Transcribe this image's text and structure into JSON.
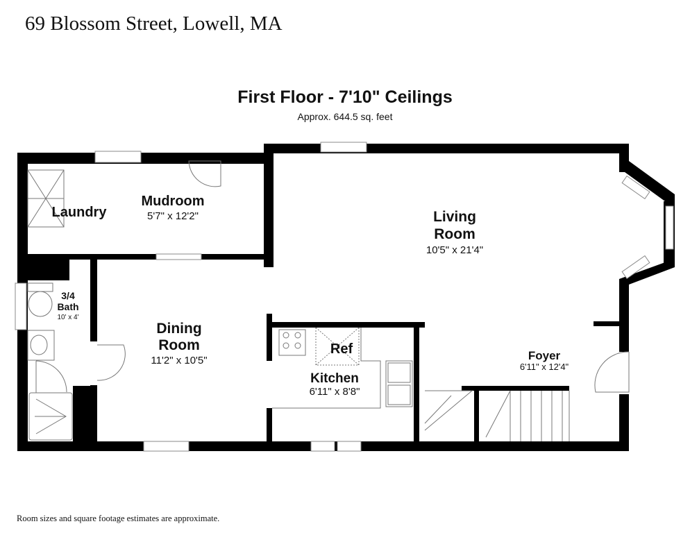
{
  "header": {
    "address": "69 Blossom Street, Lowell, MA"
  },
  "floor": {
    "title": "First Floor - 7'10\" Ceilings",
    "area": "Approx. 644.5 sq. feet"
  },
  "rooms": {
    "laundry": {
      "name": "Laundry"
    },
    "mudroom": {
      "name": "Mudroom",
      "dims": "5'7\" x 12'2\""
    },
    "living": {
      "name1": "Living",
      "name2": "Room",
      "dims": "10'5\" x 21'4\""
    },
    "bath": {
      "name1": "3/4",
      "name2": "Bath",
      "dims": "10' x 4'"
    },
    "dining": {
      "name1": "Dining",
      "name2": "Room",
      "dims": "11'2\" x 10'5\""
    },
    "kitchen": {
      "name": "Kitchen",
      "dims": "6'11\" x 8'8\"",
      "ref": "Ref"
    },
    "foyer": {
      "name": "Foyer",
      "dims": "6'11\" x 12'4\""
    }
  },
  "footer": {
    "note": "Room sizes and square footage estimates are approximate."
  }
}
